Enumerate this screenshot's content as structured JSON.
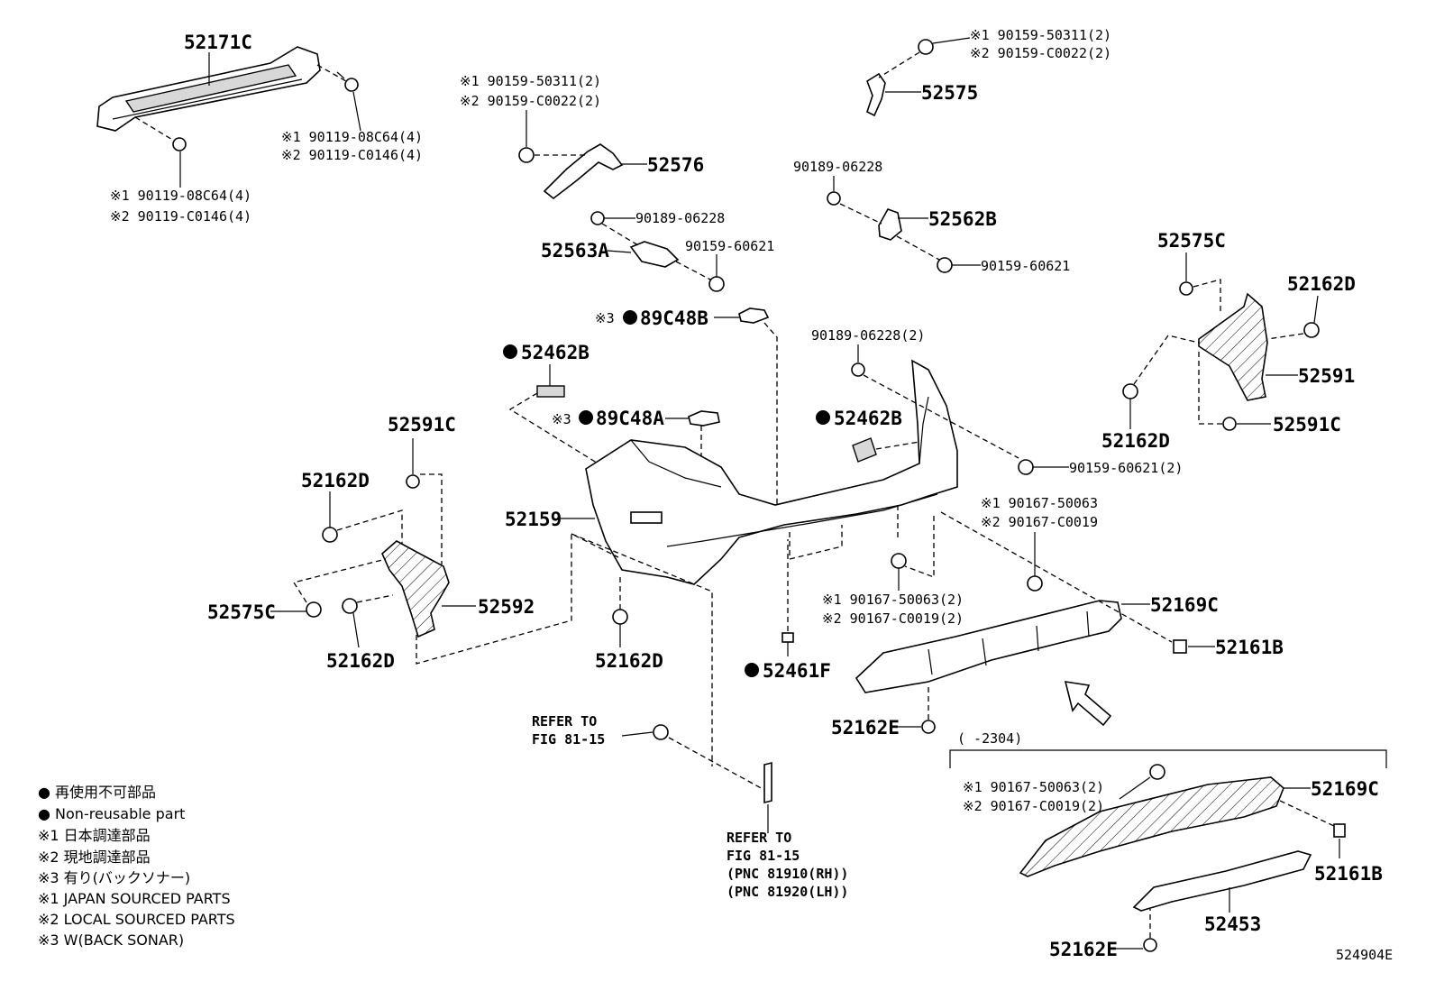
{
  "figure_code": "524904E",
  "parts": {
    "p52171C": "52171C",
    "p52575": "52575",
    "p52576": "52576",
    "p52562B": "52562B",
    "p52563A": "52563A",
    "p52575C_r": "52575C",
    "p52162D_r1": "52162D",
    "p52591": "52591",
    "p52162D_r2": "52162D",
    "p52591C_r": "52591C",
    "p89C48B": "89C48B",
    "p52462B_l": "52462B",
    "p89C48A": "89C48A",
    "p52462B_r": "52462B",
    "p52591C_l": "52591C",
    "p52162D_l1": "52162D",
    "p52159": "52159",
    "p52575C_l": "52575C",
    "p52592": "52592",
    "p52162D_l2": "52162D",
    "p52162D_c": "52162D",
    "p52461F": "52461F",
    "p52169C_1": "52169C",
    "p52161B_1": "52161B",
    "p52162E_1": "52162E",
    "p52169C_2": "52169C",
    "p52161B_2": "52161B",
    "p52453": "52453",
    "p52162E_2": "52162E"
  },
  "fasteners": {
    "f_top_left_1a": "※1 90119-08C64(4)",
    "f_top_left_1b": "※2 90119-C0146(4)",
    "f_top_left_2a": "※1 90119-08C64(4)",
    "f_top_left_2b": "※2 90119-C0146(4)",
    "f_52576_a": "※1 90159-50311(2)",
    "f_52576_b": "※2 90159-C0022(2)",
    "f_52575_a": "※1 90159-50311(2)",
    "f_52575_b": "※2 90159-C0022(2)",
    "f_clip_52563A": "90189-06228",
    "f_bolt_52563A": "90159-60621",
    "f_clip_52562B": "90189-06228",
    "f_bolt_52562B": "90159-60621",
    "f_clip_bumper_r": "90189-06228(2)",
    "f_bolt_bumper_r": "90159-60621(2)",
    "f_52169C_a": "※1 90167-50063",
    "f_52169C_b": "※2 90167-C0019",
    "f_center_a": "※1 90167-50063(2)",
    "f_center_b": "※2 90167-C0019(2)",
    "f_lower_a": "※1 90167-50063(2)",
    "f_lower_b": "※2 90167-C0019(2)",
    "sonar_mark_1": "※3",
    "sonar_mark_2": "※3"
  },
  "refs": {
    "ref1_l1": "REFER TO",
    "ref1_l2": "FIG 81-15",
    "ref2_l1": "REFER TO",
    "ref2_l2": "FIG 81-15",
    "ref2_l3": "(PNC 81910(RH))",
    "ref2_l4": "(PNC 81920(LH))",
    "period": "(      -2304)"
  },
  "legend": [
    "● 再使用不可部品",
    "● Non-reusable part",
    "※1 日本調達部品",
    "※2 現地調達部品",
    "※3 有り(バックソナー)",
    "※1 JAPAN SOURCED PARTS",
    "※2 LOCAL SOURCED PARTS",
    "※3 W(BACK SONAR)"
  ]
}
